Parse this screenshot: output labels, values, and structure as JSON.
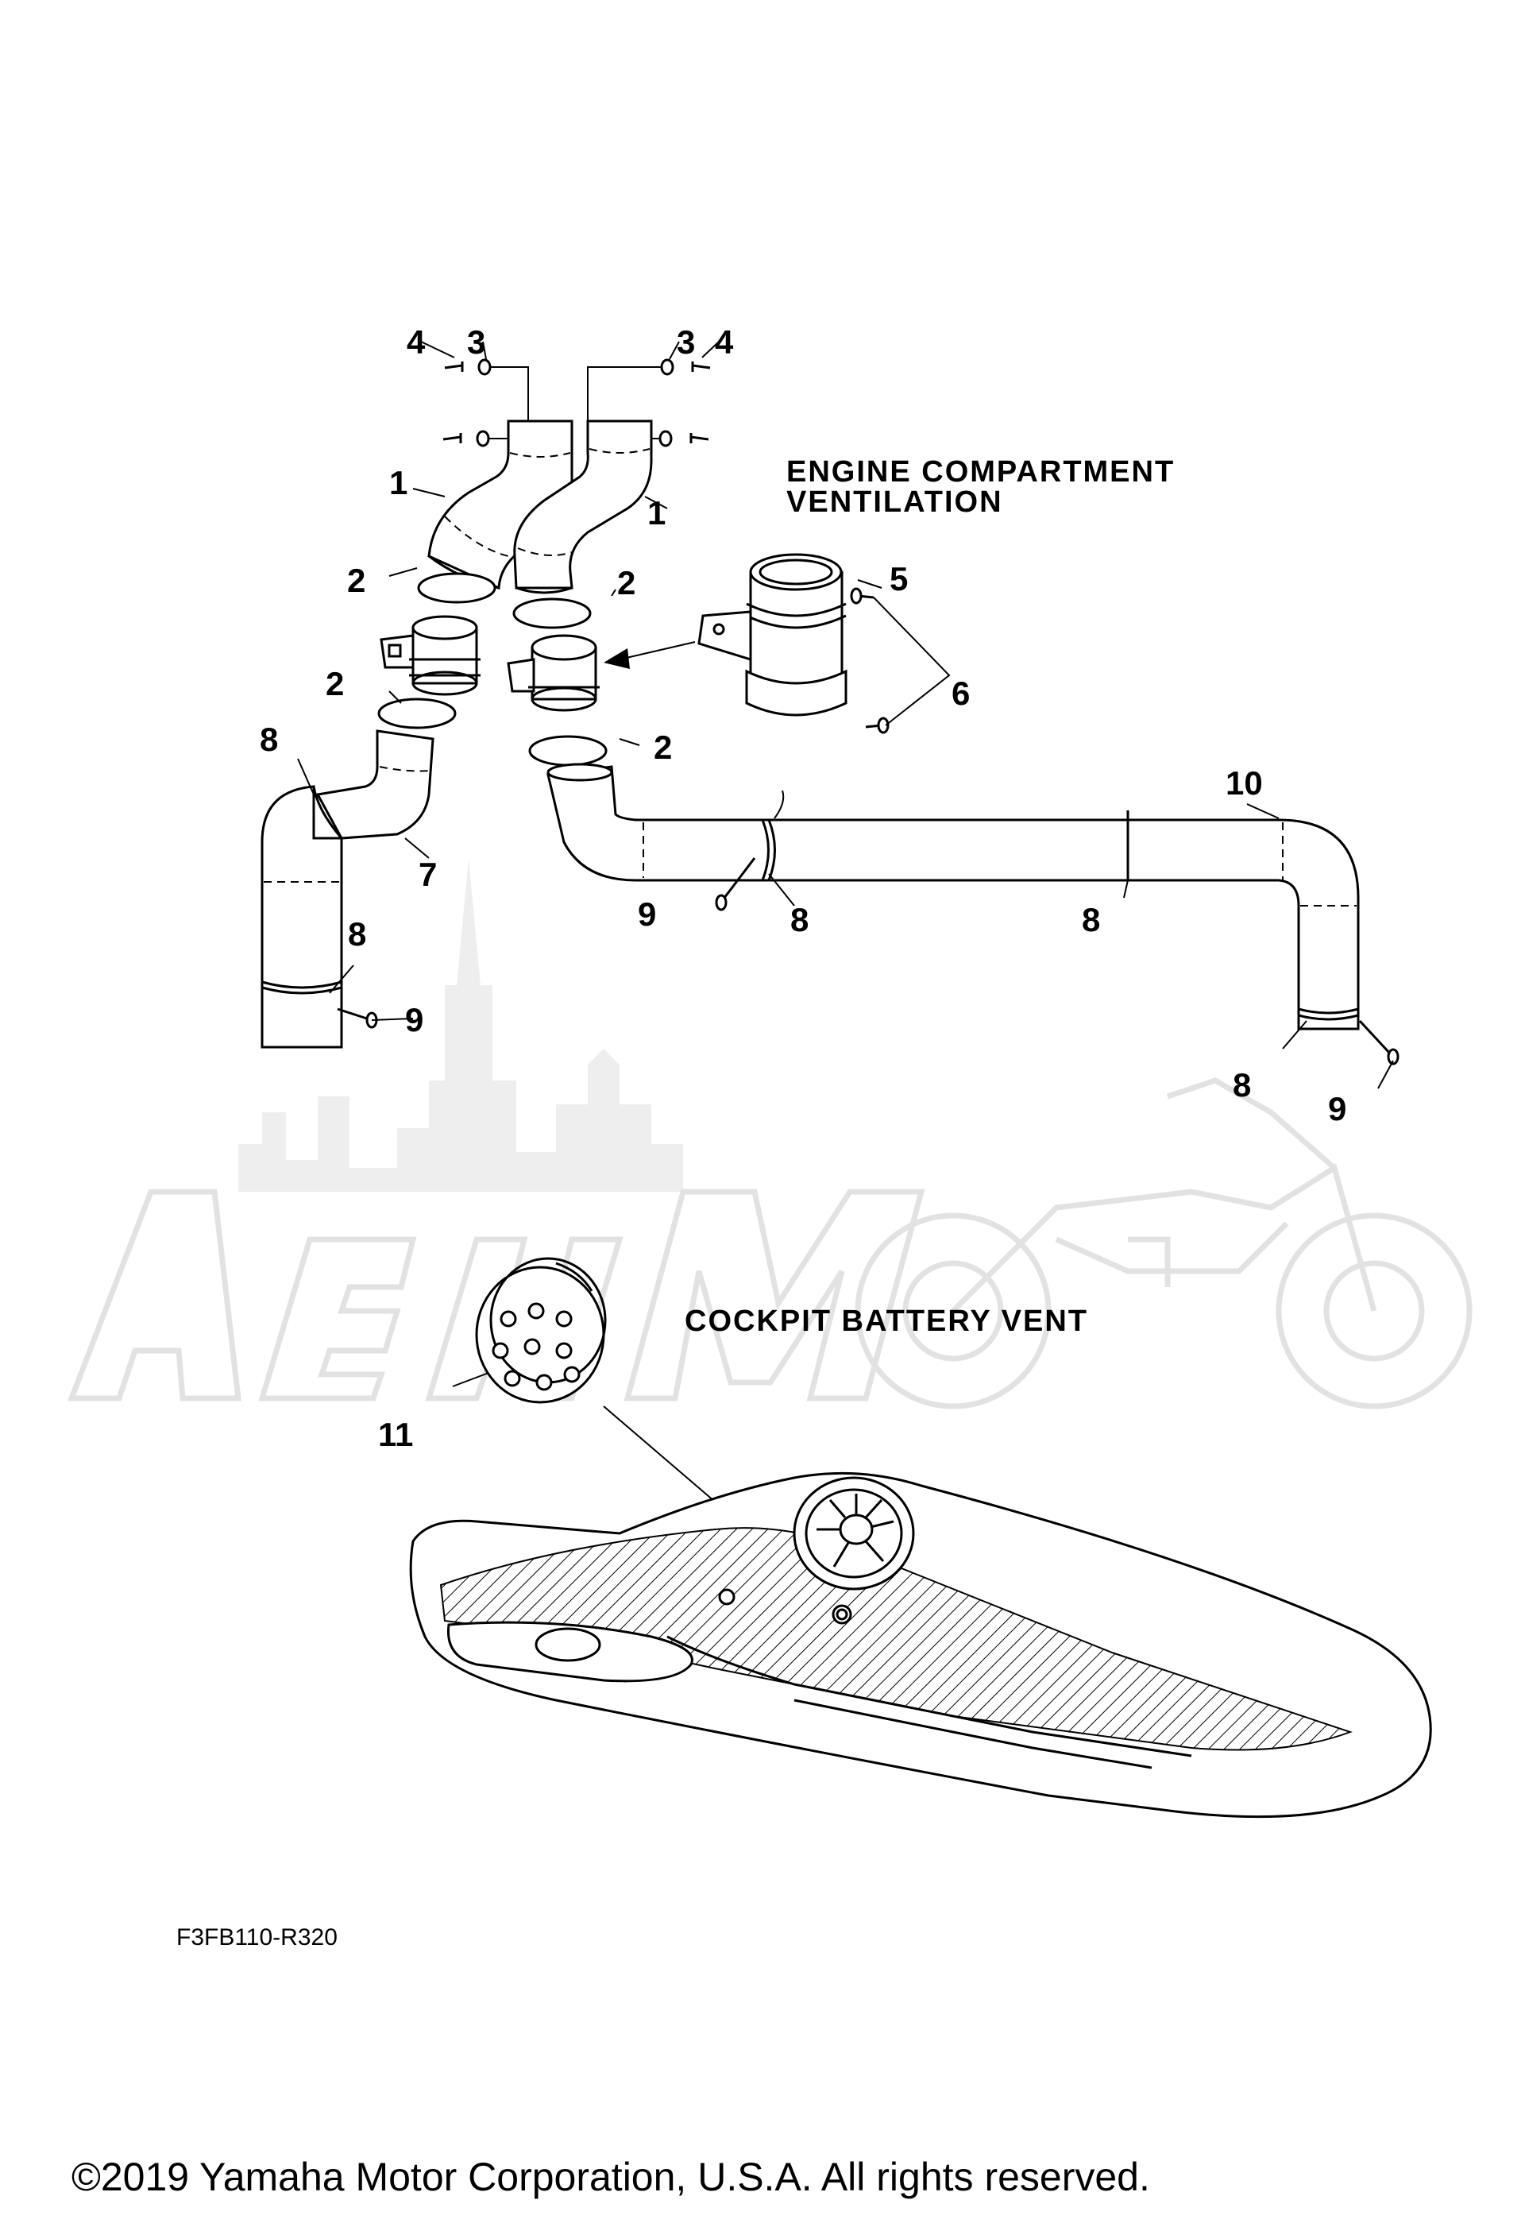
{
  "diagram": {
    "headings": {
      "engine_line1": "ENGINE COMPARTMENT",
      "engine_line2": "VENTILATION",
      "cockpit": "COCKPIT BATTERY VENT"
    },
    "callouts": [
      {
        "id": "c4a",
        "text": "4"
      },
      {
        "id": "c3a",
        "text": "3"
      },
      {
        "id": "c3b",
        "text": "3"
      },
      {
        "id": "c4b",
        "text": "4"
      },
      {
        "id": "c1a",
        "text": "1"
      },
      {
        "id": "c1b",
        "text": "1"
      },
      {
        "id": "c2a",
        "text": "2"
      },
      {
        "id": "c2b",
        "text": "2"
      },
      {
        "id": "c2c",
        "text": "2"
      },
      {
        "id": "c2d",
        "text": "2"
      },
      {
        "id": "c5",
        "text": "5"
      },
      {
        "id": "c6",
        "text": "6"
      },
      {
        "id": "c7",
        "text": "7"
      },
      {
        "id": "c8a",
        "text": "8"
      },
      {
        "id": "c8b",
        "text": "8"
      },
      {
        "id": "c8c",
        "text": "8"
      },
      {
        "id": "c8d",
        "text": "8"
      },
      {
        "id": "c8e",
        "text": "8"
      },
      {
        "id": "c9a",
        "text": "9"
      },
      {
        "id": "c9b",
        "text": "9"
      },
      {
        "id": "c9c",
        "text": "9"
      },
      {
        "id": "c10",
        "text": "10"
      },
      {
        "id": "c11",
        "text": "11"
      }
    ],
    "diagram_code": "F3FB110-R320",
    "copyright": "©2019 Yamaha Motor Corporation, U.S.A. All rights reserved.",
    "colors": {
      "line": "#000000",
      "background": "#ffffff",
      "watermark": "#e2e2e2"
    }
  }
}
